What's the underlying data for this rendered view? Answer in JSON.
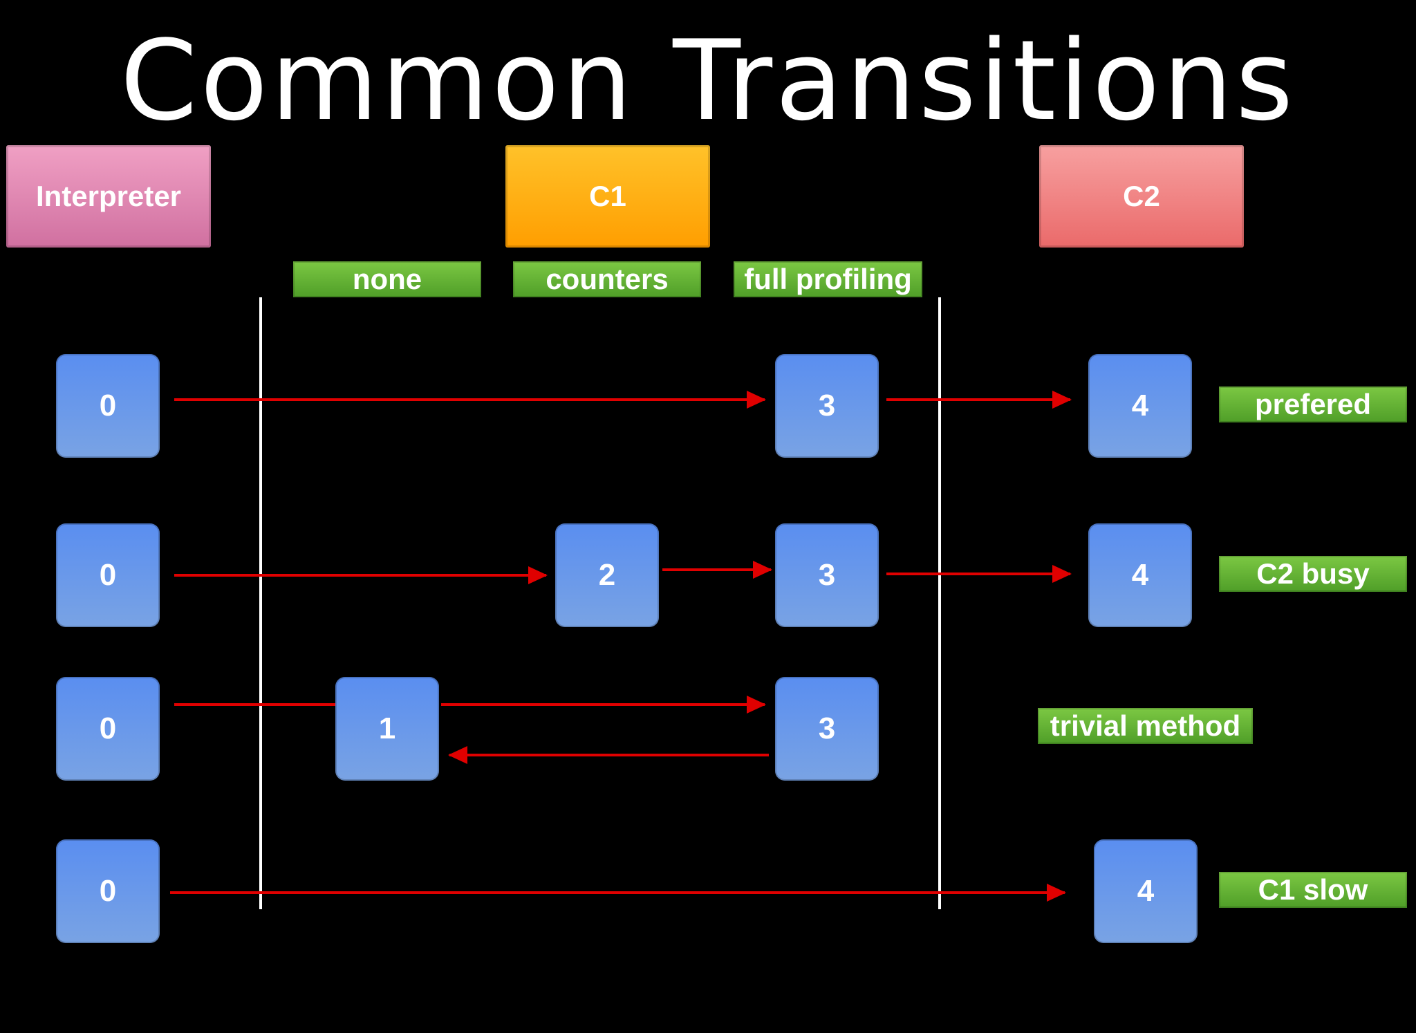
{
  "title": "Common Transitions",
  "tiers": {
    "interpreter": "Interpreter",
    "c1": "C1",
    "c2": "C2"
  },
  "profiling": {
    "none": "none",
    "counters": "counters",
    "full": "full profiling"
  },
  "rows": [
    {
      "nodes": [
        "0",
        "3",
        "4"
      ],
      "label": "prefered"
    },
    {
      "nodes": [
        "0",
        "2",
        "3",
        "4"
      ],
      "label": "C2 busy"
    },
    {
      "nodes": [
        "0",
        "1",
        "3"
      ],
      "label": "trivial method"
    },
    {
      "nodes": [
        "0",
        "4"
      ],
      "label": "C1 slow"
    }
  ],
  "colors": {
    "background": "#000000",
    "arrow": "#e00000",
    "node": "#5a8ef0",
    "tag": "#5faf32",
    "interpreter": "#e08ab4",
    "c1": "#ffb000",
    "c2": "#f08080"
  }
}
